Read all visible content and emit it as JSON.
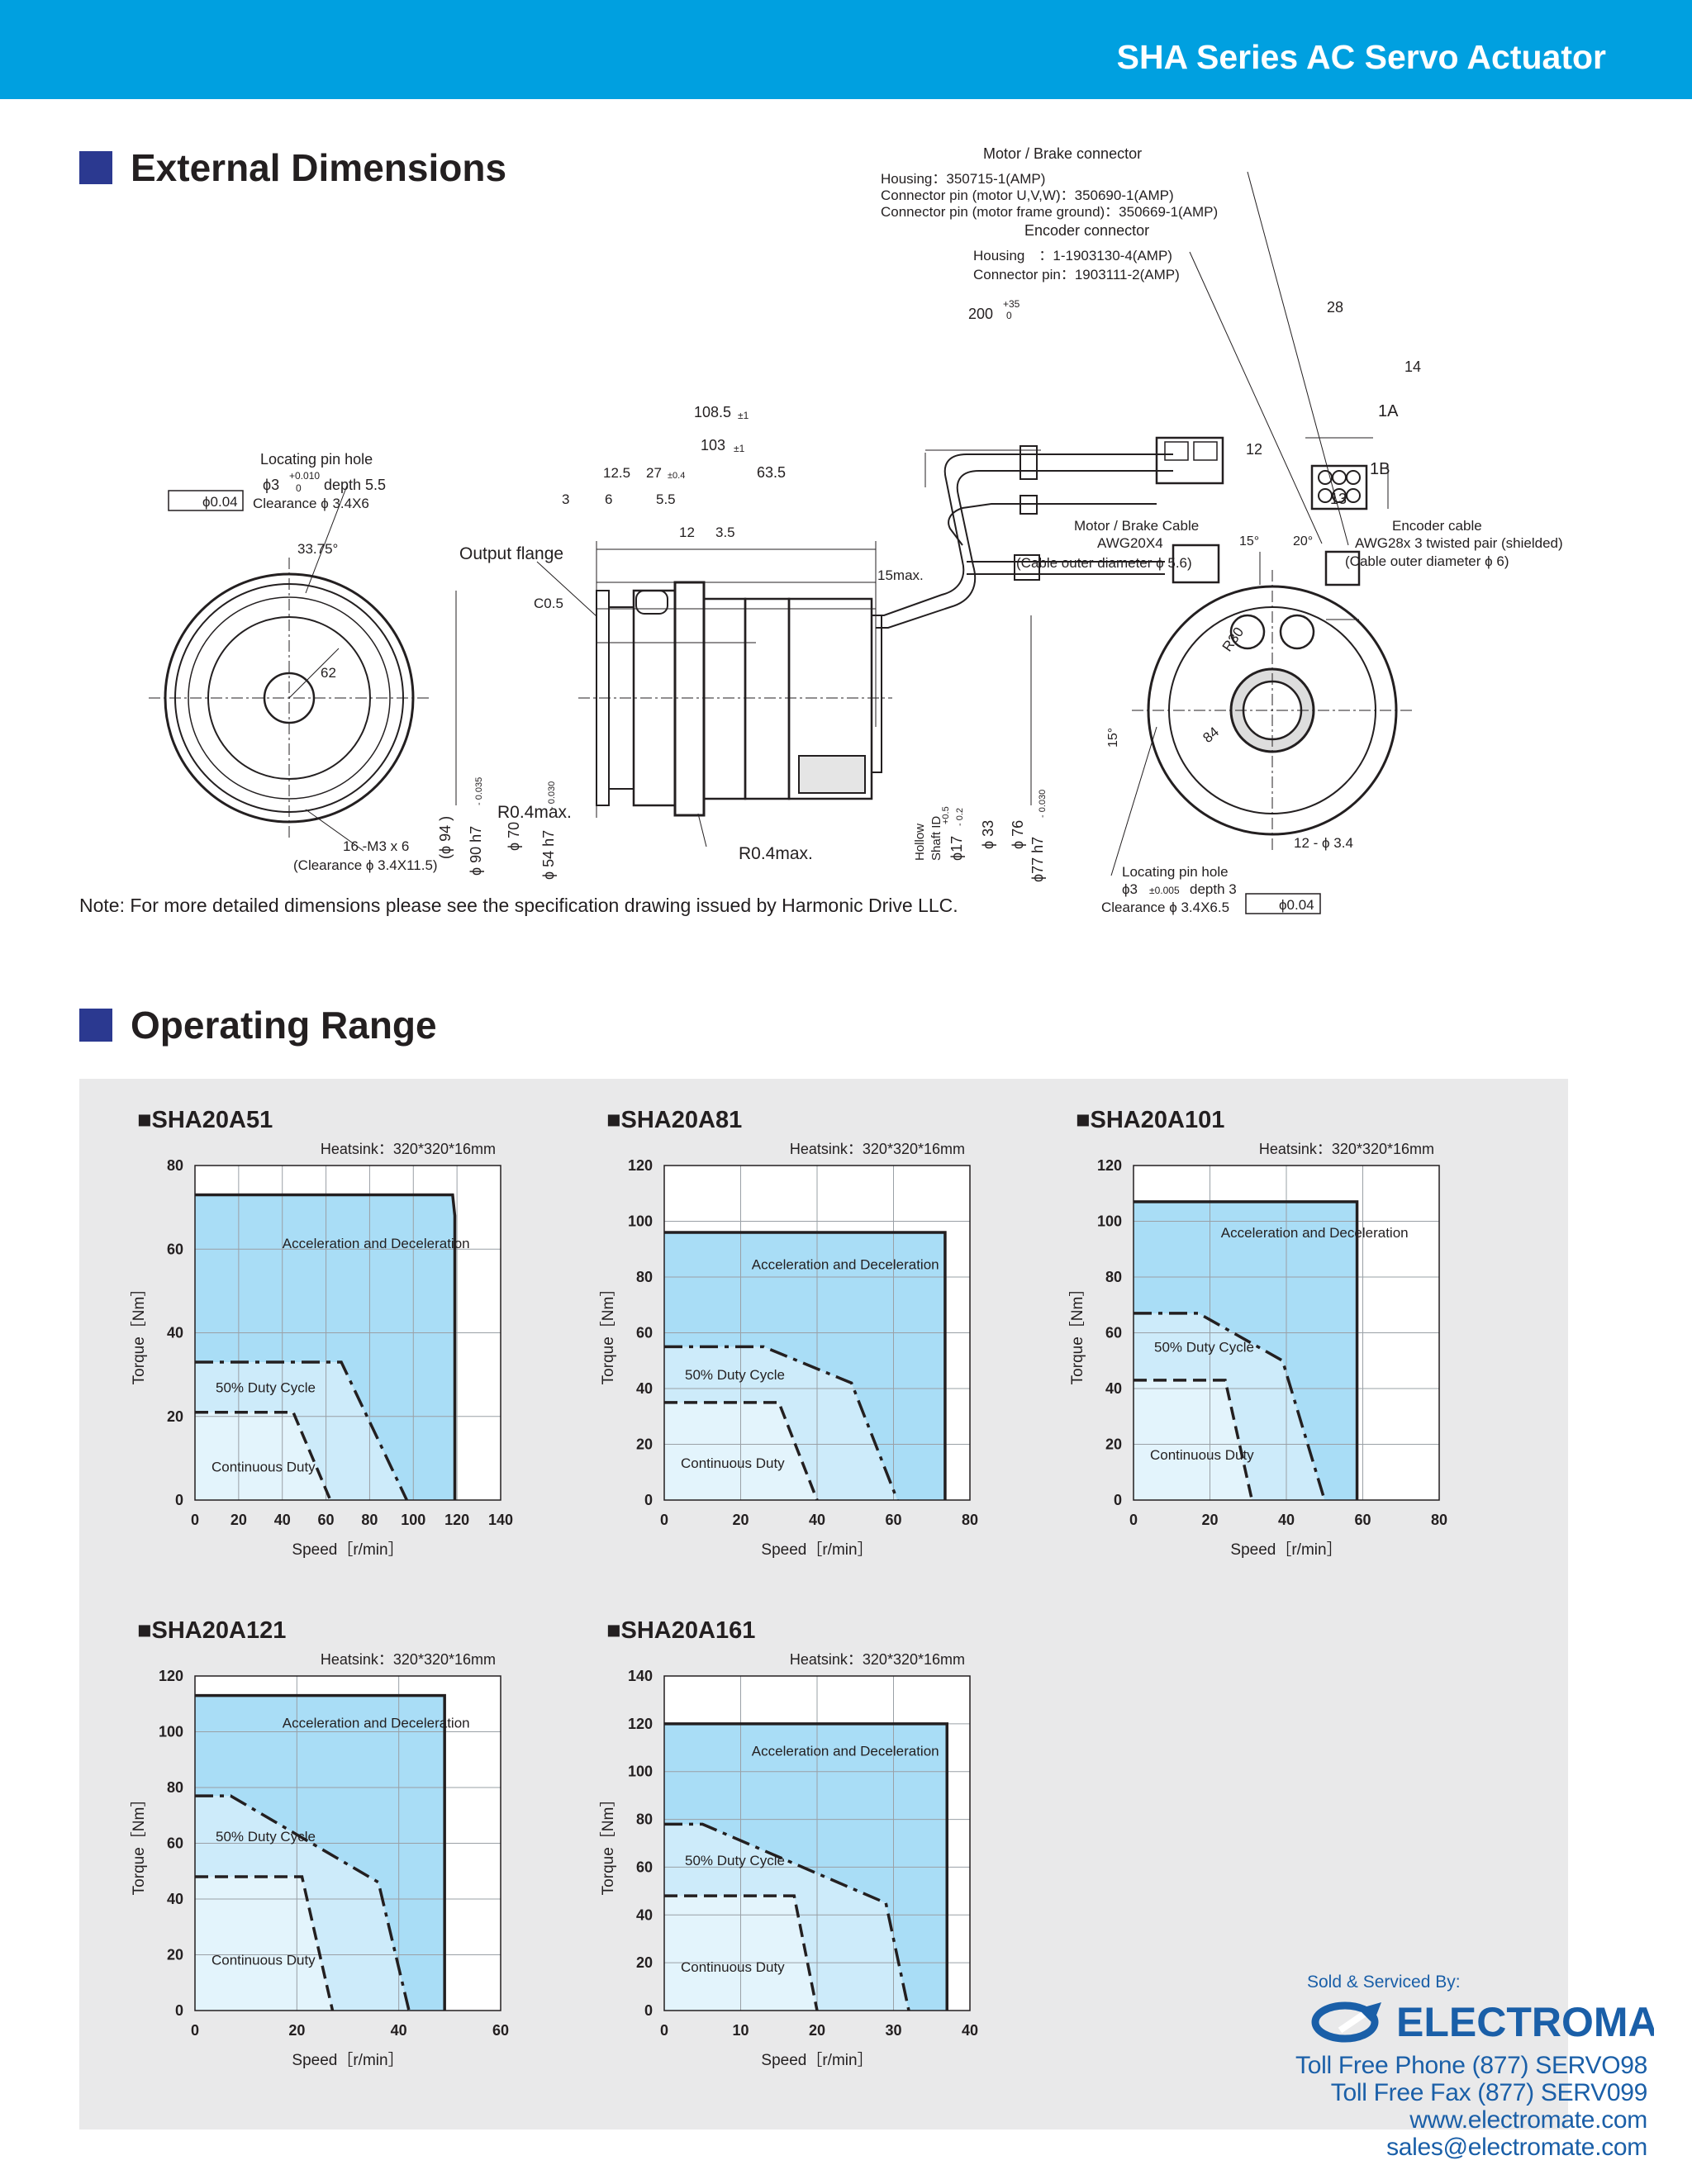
{
  "header": {
    "title": "SHA Series AC Servo Actuator"
  },
  "sections": {
    "dimensions": "External Dimensions",
    "operating": "Operating Range"
  },
  "drawing": {
    "motor_brake_connector": "Motor / Brake connector",
    "mb_housing": "Housing：350715-1(AMP)",
    "mb_pin_uvw": "Connector pin (motor U,V,W)：350690-1(AMP)",
    "mb_pin_ground": "Connector pin (motor frame ground)：350669-1(AMP)",
    "encoder_connector": "Encoder connector",
    "enc_housing": "Housing　：1-1903130-4(AMP)",
    "enc_pin": "Connector pin：1903111-2(AMP)",
    "cable_len": "200",
    "cable_tol_up": "+35",
    "cable_tol_dn": "0",
    "dim_28": "28",
    "dim_14": "14",
    "dim_12v": "12",
    "dim_13": "13",
    "label_1a": "1A",
    "label_1b": "1B",
    "dim_1085": "108.5",
    "tol_1": "±1",
    "dim_103": "103",
    "dim_125": "12.5",
    "dim_27": "27",
    "tol_04": "±0.4",
    "dim_635": "63.5",
    "dim_3": "3",
    "dim_6": "6",
    "dim_55": "5.5",
    "dim_12": "12",
    "dim_35": "3.5",
    "dim_15max": "15max.",
    "locating_pin": "Locating pin hole",
    "phi3": "ϕ3",
    "tol_0010": "+0.010",
    "tol_0": "0",
    "depth55": "depth 5.5",
    "tolerance_004": "ϕ0.04",
    "clearance_34x6": "Clearance ϕ 3.4X6",
    "angle_3375": "33.75°",
    "dim_62": "62",
    "output_flange": "Output flange",
    "c05": "C0.5",
    "dia94": "(ϕ 94 )",
    "dia90": "ϕ 90 h7",
    "tol_0035": "- 0.035",
    "dia70": "ϕ 70",
    "dia54": "ϕ 54 h7",
    "tol_0030": "- 0.030",
    "hollow": "Hollow",
    "shaft_id": "Shaft ID",
    "dia17": "ϕ17",
    "tol_05": "+0.5",
    "tol_02": "- 0.2",
    "dia33": "ϕ 33",
    "dia76": "ϕ 76",
    "dia77": "ϕ77 h7",
    "r04max_a": "R0.4max.",
    "r04max_b": "R0.4max.",
    "m3x6": "16 -M3 x 6",
    "clearance_34x115": "(Clearance  ϕ  3.4X11.5)",
    "mb_cable": "Motor / Brake Cable",
    "awg20": "AWG20X4",
    "cable_dia56": "(Cable outer diameter ϕ 5.6)",
    "angle15a": "15°",
    "angle20": "20°",
    "enc_cable": "Encoder cable",
    "awg28": "AWG28x 3 twisted pair (shielded)",
    "cable_dia6": "(Cable outer diameter ϕ 6)",
    "r30": "R30",
    "dim_84": "84",
    "angle15b": "15°",
    "hole_12x34": "12 - ϕ 3.4",
    "locating_pin2": "Locating pin hole",
    "phi3_2": "ϕ3",
    "tol_0005": "±0.005",
    "depth3": "depth 3",
    "clearance_34x65": "Clearance  ϕ  3.4X6.5",
    "tolerance_004b": "ϕ0.04"
  },
  "note": "Note: For more detailed dimensions please see the specification drawing issued by Harmonic Drive LLC.",
  "chart_data": [
    {
      "type": "area",
      "title": "■SHA20A51",
      "annotation": "Heatsink：320*320*16mm",
      "xlabel": "Speed［r/min］",
      "ylabel": "Torque［Nm］",
      "xlim": [
        0,
        140
      ],
      "ylim": [
        0,
        80
      ],
      "xticks": [
        0,
        20,
        40,
        60,
        80,
        100,
        120,
        140
      ],
      "yticks": [
        0,
        20,
        40,
        60,
        80
      ],
      "series": [
        {
          "name": "Acceleration and Deceleration",
          "points": [
            [
              0,
              73
            ],
            [
              118,
              73
            ],
            [
              119,
              68
            ],
            [
              119,
              0
            ]
          ]
        },
        {
          "name": "50% Duty Cycle",
          "points": [
            [
              0,
              33
            ],
            [
              67,
              33
            ],
            [
              97,
              0
            ]
          ]
        },
        {
          "name": "Continuous Duty",
          "points": [
            [
              0,
              21
            ],
            [
              45,
              21
            ],
            [
              62,
              0
            ]
          ]
        }
      ]
    },
    {
      "type": "area",
      "title": "■SHA20A81",
      "annotation": "Heatsink：320*320*16mm",
      "xlabel": "Speed［r/min］",
      "ylabel": "Torque［Nm］",
      "xlim": [
        0,
        80
      ],
      "ylim": [
        0,
        120
      ],
      "xticks": [
        0,
        20,
        40,
        60,
        80
      ],
      "yticks": [
        0,
        20,
        40,
        60,
        80,
        100,
        120
      ],
      "series": [
        {
          "name": "Acceleration and Deceleration",
          "points": [
            [
              0,
              96
            ],
            [
              73.5,
              96
            ],
            [
              73.5,
              0
            ]
          ]
        },
        {
          "name": "50% Duty Cycle",
          "points": [
            [
              0,
              55
            ],
            [
              26,
              55
            ],
            [
              49,
              42
            ],
            [
              61,
              0
            ]
          ]
        },
        {
          "name": "Continuous Duty",
          "points": [
            [
              0,
              35
            ],
            [
              30,
              35
            ],
            [
              40,
              0
            ]
          ]
        }
      ]
    },
    {
      "type": "area",
      "title": "■SHA20A101",
      "annotation": "Heatsink：320*320*16mm",
      "xlabel": "Speed［r/min］",
      "ylabel": "Torque［Nm］",
      "xlim": [
        0,
        80
      ],
      "ylim": [
        0,
        120
      ],
      "xticks": [
        0,
        20,
        40,
        60,
        80
      ],
      "yticks": [
        0,
        20,
        40,
        60,
        80,
        100,
        120
      ],
      "series": [
        {
          "name": "Acceleration and Deceleration",
          "points": [
            [
              0,
              107
            ],
            [
              58.5,
              107
            ],
            [
              58.5,
              0
            ]
          ]
        },
        {
          "name": "50% Duty Cycle",
          "points": [
            [
              0,
              67
            ],
            [
              17,
              67
            ],
            [
              39,
              50
            ],
            [
              50,
              0
            ]
          ]
        },
        {
          "name": "Continuous Duty",
          "points": [
            [
              0,
              43
            ],
            [
              24,
              43
            ],
            [
              31,
              0
            ]
          ]
        }
      ]
    },
    {
      "type": "area",
      "title": "■SHA20A121",
      "annotation": "Heatsink：320*320*16mm",
      "xlabel": "Speed［r/min］",
      "ylabel": "Torque［Nm］",
      "xlim": [
        0,
        60
      ],
      "ylim": [
        0,
        120
      ],
      "xticks": [
        0,
        20,
        40,
        60
      ],
      "yticks": [
        0,
        20,
        40,
        60,
        80,
        100,
        120
      ],
      "series": [
        {
          "name": "Acceleration and Deceleration",
          "points": [
            [
              0,
              113
            ],
            [
              49,
              113
            ],
            [
              49,
              0
            ]
          ]
        },
        {
          "name": "50% Duty Cycle",
          "points": [
            [
              0,
              77
            ],
            [
              7,
              77
            ],
            [
              36,
              46
            ],
            [
              42,
              0
            ]
          ]
        },
        {
          "name": "Continuous Duty",
          "points": [
            [
              0,
              48
            ],
            [
              21,
              48
            ],
            [
              27,
              0
            ]
          ]
        }
      ]
    },
    {
      "type": "area",
      "title": "■SHA20A161",
      "annotation": "Heatsink：320*320*16mm",
      "xlabel": "Speed［r/min］",
      "ylabel": "Torque［Nm］",
      "xlim": [
        0,
        40
      ],
      "ylim": [
        0,
        140
      ],
      "xticks": [
        0,
        10,
        20,
        30,
        40
      ],
      "yticks": [
        0,
        20,
        40,
        60,
        80,
        100,
        120,
        140
      ],
      "series": [
        {
          "name": "Acceleration and Deceleration",
          "points": [
            [
              0,
              120
            ],
            [
              37,
              120
            ],
            [
              37,
              0
            ]
          ]
        },
        {
          "name": "50% Duty Cycle",
          "points": [
            [
              0,
              78
            ],
            [
              5,
              78
            ],
            [
              29,
              45
            ],
            [
              32,
              0
            ]
          ]
        },
        {
          "name": "Continuous Duty",
          "points": [
            [
              0,
              48
            ],
            [
              17,
              48
            ],
            [
              20,
              0
            ]
          ]
        }
      ]
    }
  ],
  "footer": {
    "sold_by": "Sold & Serviced By:",
    "brand": "ELECTROMATE",
    "phone": "Toll Free Phone  (877) SERVO98",
    "fax": "Toll Free Fax  (877) SERV099",
    "web": "www.electromate.com",
    "email": "sales@electromate.com"
  },
  "colors": {
    "header": "#00a0e0",
    "section_square": "#2b3990",
    "accel_fill": "#a9ddf6",
    "duty_fill": "#cdebfa",
    "cont_fill": "#e3f4fc",
    "brand": "#1a5fa8"
  }
}
